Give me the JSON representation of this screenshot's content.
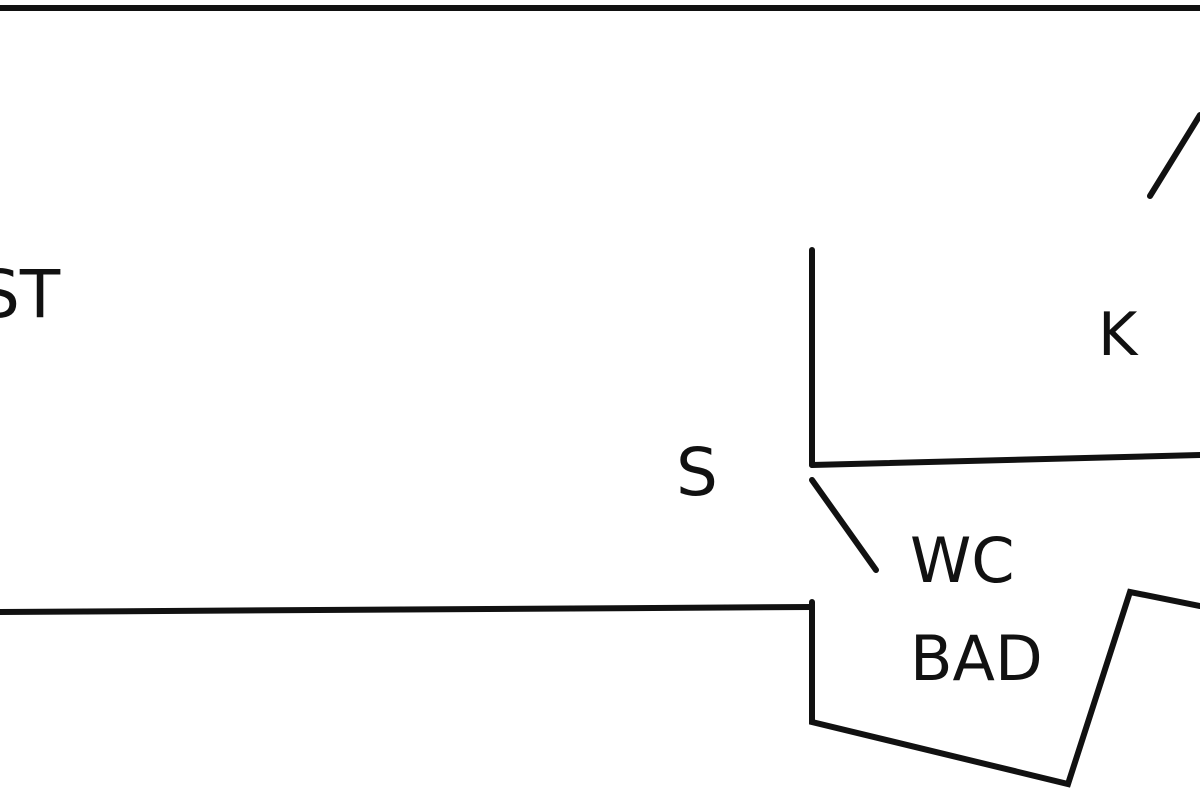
{
  "plan": {
    "rooms": {
      "st": "ST",
      "k": "K",
      "s": "S",
      "wc": "WC",
      "bad": "BAD"
    },
    "colors": {
      "line": "#111111",
      "background": "#ffffff"
    }
  }
}
